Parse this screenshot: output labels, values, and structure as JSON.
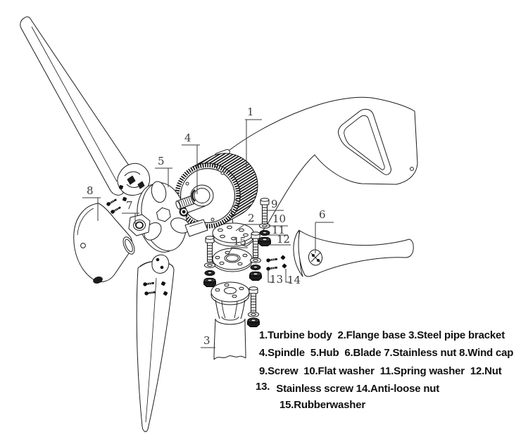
{
  "figure": {
    "type": "exploded-parts-diagram",
    "subject": "Wind turbine exploded assembly diagram",
    "background": "#ffffff",
    "line_color": "#1b1b1b",
    "callout_color": "#3a3a3a",
    "text_color": "#101010"
  },
  "callouts": [
    {
      "num": "1",
      "part": "Turbine body"
    },
    {
      "num": "2",
      "part": "Flange base"
    },
    {
      "num": "3",
      "part": "Steel pipe bracket"
    },
    {
      "num": "4",
      "part": "Spindle"
    },
    {
      "num": "5",
      "part": "Hub"
    },
    {
      "num": "6",
      "part": "Blade"
    },
    {
      "num": "7",
      "part": "Stainless nut"
    },
    {
      "num": "8",
      "part": "Wind cap"
    },
    {
      "num": "9",
      "part": "Screw"
    },
    {
      "num": "10",
      "part": "Flat washer"
    },
    {
      "num": "11",
      "part": "Spring washer"
    },
    {
      "num": "12",
      "part": "Nut"
    },
    {
      "num": "13",
      "part": "Stainless screw"
    },
    {
      "num": "14",
      "part": "Anti-loose nut"
    },
    {
      "num": "15",
      "part": "Rubberwasher"
    }
  ],
  "legend": {
    "line1": "1.Turbine body  2.Flange base 3.Steel pipe bracket",
    "line2": "4.Spindle  5.Hub  6.Blade 7.Stainless nut 8.Wind cap",
    "line3": "9.Screw  10.Flat washer  11.Spring washer  12.Nut",
    "line4_prefix": "13.",
    "line4_rest": "Stainless screw 14.Anti-loose nut",
    "line5": "15.Rubberwasher"
  }
}
